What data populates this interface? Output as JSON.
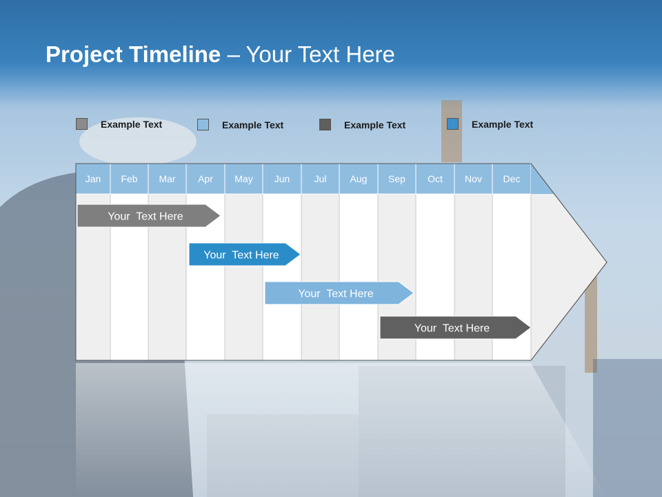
{
  "title": {
    "bold": "Project Timeline",
    "rest": " – Your Text Here"
  },
  "legend": [
    {
      "label": "Example Text",
      "color": "#8c8c8c"
    },
    {
      "label": "Example Text",
      "color": "#8fbde0"
    },
    {
      "label": "Example Text",
      "color": "#5f5f5f"
    },
    {
      "label": "Example Text",
      "color": "#3a8fcc"
    }
  ],
  "months": [
    "Jan",
    "Feb",
    "Mar",
    "Apr",
    "May",
    "Jun",
    "Jul",
    "Aug",
    "Sep",
    "Oct",
    "Nov",
    "Dec"
  ],
  "tasks": [
    {
      "label": "Your  Text Here",
      "color": "#7f7f7f"
    },
    {
      "label": "Your  Text Here",
      "color": "#2a8dc8"
    },
    {
      "label": "Your  Text Here",
      "color": "#7fb4dc"
    },
    {
      "label": "Your  Text Here",
      "color": "#606060"
    }
  ],
  "colors": {
    "header_row": "#8fbde0",
    "column_shade": "#efefef",
    "column_white": "#ffffff"
  }
}
